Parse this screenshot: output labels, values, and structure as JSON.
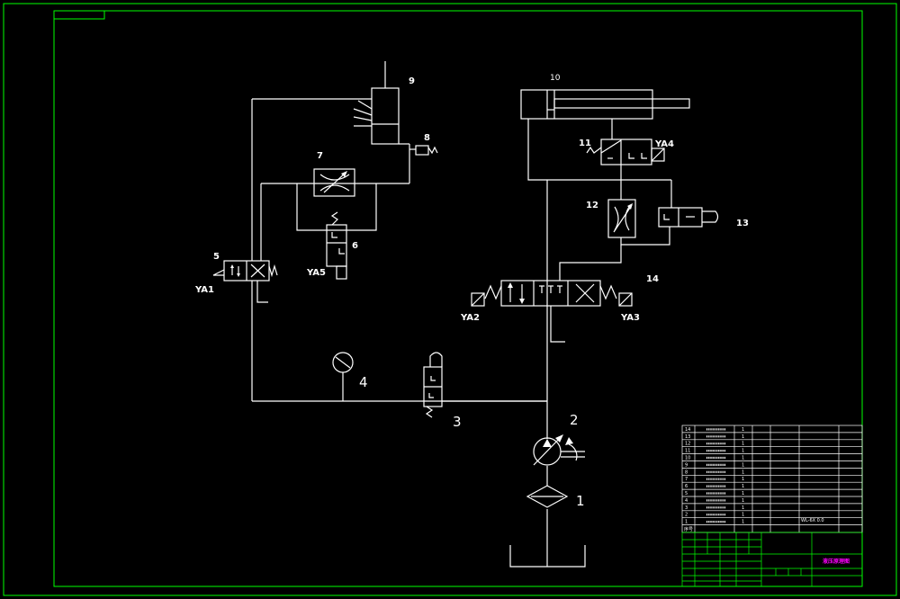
{
  "components": [
    {
      "id": "1",
      "label": "1"
    },
    {
      "id": "2",
      "label": "2"
    },
    {
      "id": "3",
      "label": "3"
    },
    {
      "id": "4",
      "label": "4"
    },
    {
      "id": "5",
      "label": "5"
    },
    {
      "id": "6",
      "label": "6"
    },
    {
      "id": "7",
      "label": "7"
    },
    {
      "id": "8",
      "label": "8"
    },
    {
      "id": "9",
      "label": "9"
    },
    {
      "id": "10",
      "label": "10"
    },
    {
      "id": "11",
      "label": "11"
    },
    {
      "id": "12",
      "label": "12"
    },
    {
      "id": "13",
      "label": "13"
    },
    {
      "id": "14",
      "label": "14"
    }
  ],
  "solenoids": {
    "ya1": "YA1",
    "ya2": "YA2",
    "ya3": "YA3",
    "ya4": "YA4",
    "ya5": "YA5"
  },
  "title_block": {
    "part_rows": [
      {
        "no": "14",
        "qty": "1"
      },
      {
        "no": "13",
        "qty": "1"
      },
      {
        "no": "12",
        "qty": "1"
      },
      {
        "no": "11",
        "qty": "1"
      },
      {
        "no": "10",
        "qty": "1"
      },
      {
        "no": "9",
        "qty": "1"
      },
      {
        "no": "8",
        "qty": "1"
      },
      {
        "no": "7",
        "qty": "1"
      },
      {
        "no": "6",
        "qty": "1"
      },
      {
        "no": "5",
        "qty": "1"
      },
      {
        "no": "4",
        "qty": "1"
      },
      {
        "no": "3",
        "qty": "1"
      },
      {
        "no": "2",
        "qty": "1"
      },
      {
        "no": "1",
        "qty": "1"
      }
    ],
    "header_no": "序号",
    "drawing_code": "WL-6X 0.0",
    "drawing_name": "液压原理图"
  },
  "colors": {
    "frame": "#00ff00",
    "lines": "#ffffff",
    "title": "#ff00ff",
    "background": "#000000"
  }
}
